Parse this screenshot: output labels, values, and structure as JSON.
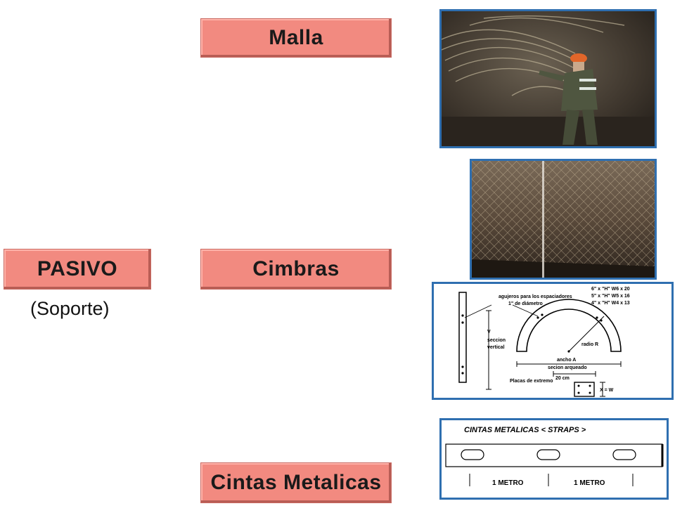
{
  "boxes": {
    "malla": "Malla",
    "pasivo": "PASIVO",
    "cimbras": "Cimbras",
    "cintas": "Cintas Metalicas"
  },
  "pasivo_sub": "(Soporte)",
  "cimbra_diagram": {
    "label_holes_1": "agujeros para los espaciadores",
    "label_holes_2": "1\" de diámetro",
    "spec_1": "6\" x \"H\"  W6 x 20",
    "spec_2": "5\" x \"H\"  W5 x 16",
    "spec_3": "4\" x \"H\"  W4 x 13",
    "v": "V",
    "seccion": "seccion",
    "vertical": "vertical",
    "radio": "radio R",
    "ancho": "ancho  A",
    "arqueado": "secion arqueado",
    "cm": "20 cm",
    "placas": "Placas de extremo",
    "xw": "X = W"
  },
  "straps_diagram": {
    "title": "CINTAS  METALICAS  < STRAPS >",
    "metro_1": "1 METRO",
    "metro_2": "1 METRO"
  },
  "colors": {
    "box_fill": "#f28a80",
    "frame": "#2f6fb0"
  }
}
